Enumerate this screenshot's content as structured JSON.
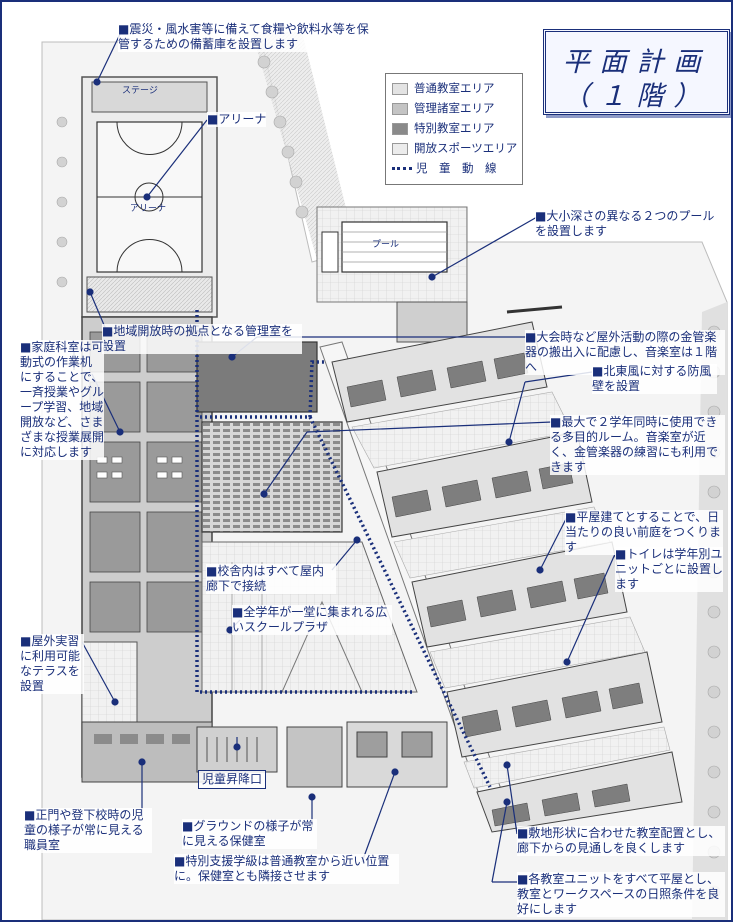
{
  "title": {
    "line1": "平面計画",
    "line2": "（１階）"
  },
  "legend": {
    "items": [
      {
        "label": "普通教室エリア",
        "color": "#e3e3e3"
      },
      {
        "label": "管理諸室エリア",
        "color": "#c4c4c4"
      },
      {
        "label": "特別教室エリア",
        "color": "#8a8a8a"
      },
      {
        "label": "開放スポーツエリア",
        "color": "#ececec"
      }
    ],
    "route_label": "児　童　動　線",
    "route_color": "#1a2f7a"
  },
  "plan_labels": {
    "stage": "ステージ",
    "arena_floor": "アリーナ",
    "pool": "プール"
  },
  "callouts": {
    "storage": "■震災・風水害等に備えて食糧や飲料水等を保管するための備蓄庫を設置します",
    "arena": "■アリーナ",
    "pools": "■大小深さの異なる２つのプールを設置します",
    "management": "■地域開放時の拠点となる管理室を設置",
    "music": "■大会時など屋外活動の際の金管楽器の搬出入に配慮し、音楽室は１階へ",
    "homeec": "■家庭科室は可動式の作業机にすることで、一斉授業やグループ学習、地域開放など、さまざまな授業展開に対応します",
    "windbreak": "■北東風に対する防風壁を設置",
    "multipurpose": "■最大で２学年同時に使用できる多目的ルーム。音楽室が近く、金管楽器の練習にも利用できます",
    "corridor": "■校舎内はすべて屋内廊下で接続",
    "onestory": "■平屋建てとすることで、日当たりの良い前庭をつくります",
    "toilets": "■トイレは学年別ユニットごとに設置します",
    "plaza": "■全学年が一堂に集まれる広いスクールプラザ",
    "terrace": "■屋外実習に利用可能なテラスを設置",
    "entrance": "児童昇降口",
    "staffroom": "■正門や登下校時の児童の様子が常に見える職員室",
    "nurse": "■グラウンドの様子が常に見える保健室",
    "special_support": "■特別支援学級は普通教室から近い位置に。保健室とも隣接させます",
    "site_shape": "■敷地形状に合わせた教室配置とし、廊下からの見通しを良くします",
    "units": "■各教室ユニットをすべて平屋とし、教室とワークスペースの日照条件を良好にします"
  }
}
